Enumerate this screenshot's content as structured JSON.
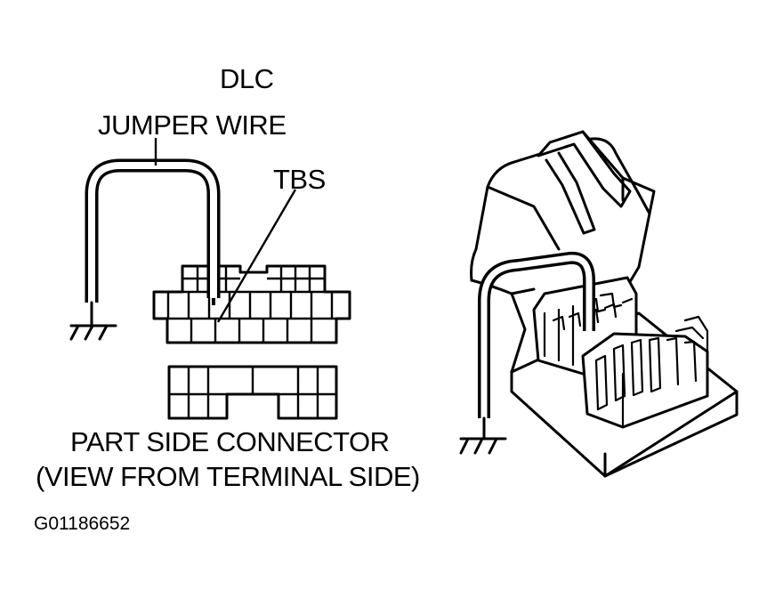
{
  "labels": {
    "dlc": "DLC",
    "jumper_wire": "JUMPER WIRE",
    "tbs": "TBS",
    "part_side_line1": "PART SIDE CONNECTOR",
    "part_side_line2": "(VIEW FROM TERMINAL SIDE)",
    "figure_id": "G01186652"
  }
}
